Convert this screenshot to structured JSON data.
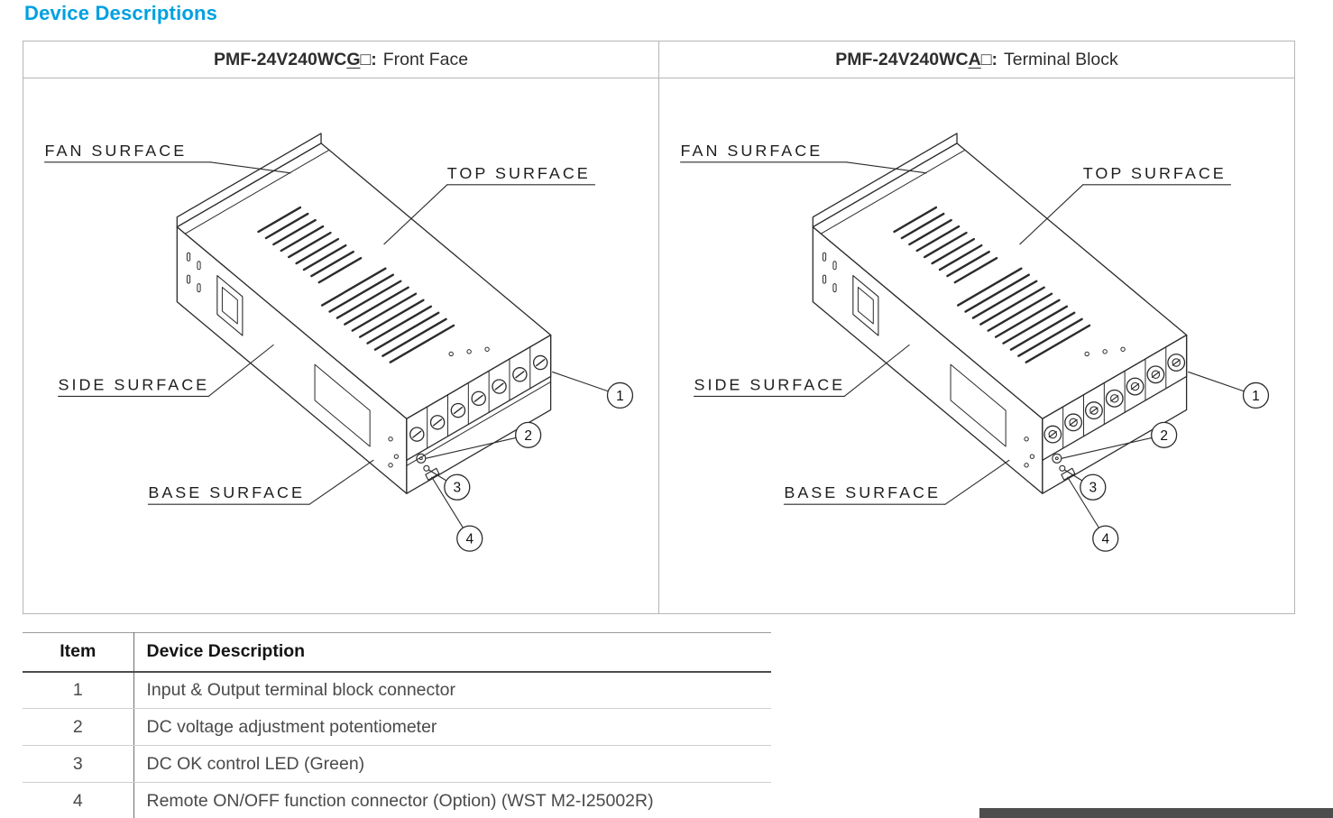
{
  "page_title": "Device Descriptions",
  "colors": {
    "title_blue": "#00a0e0",
    "footer_bar": "#4d4d4d",
    "line": "#2b2b2b"
  },
  "panels": [
    {
      "model_prefix": "PMF-24V240WC",
      "model_variant_letter": "G",
      "model_box": "□",
      "model_colon": ":",
      "face_title": "Front Face",
      "variant": "front"
    },
    {
      "model_prefix": "PMF-24V240WC",
      "model_variant_letter": "A",
      "model_box": "□",
      "model_colon": ":",
      "face_title": "Terminal Block",
      "variant": "terminal"
    }
  ],
  "figure": {
    "surface_labels": {
      "fan": "FAN SURFACE",
      "top": "TOP SURFACE",
      "side": "SIDE SURFACE",
      "base": "BASE SURFACE"
    },
    "callouts": [
      "1",
      "2",
      "3",
      "4"
    ]
  },
  "table": {
    "headers": [
      "Item",
      "Device Description"
    ],
    "rows": [
      {
        "item": "1",
        "description": "Input & Output terminal block connector"
      },
      {
        "item": "2",
        "description": "DC voltage adjustment potentiometer"
      },
      {
        "item": "3",
        "description": "DC OK control LED (Green)"
      },
      {
        "item": "4",
        "description": "Remote ON/OFF function connector (Option) (WST M2-I25002R)"
      }
    ]
  }
}
